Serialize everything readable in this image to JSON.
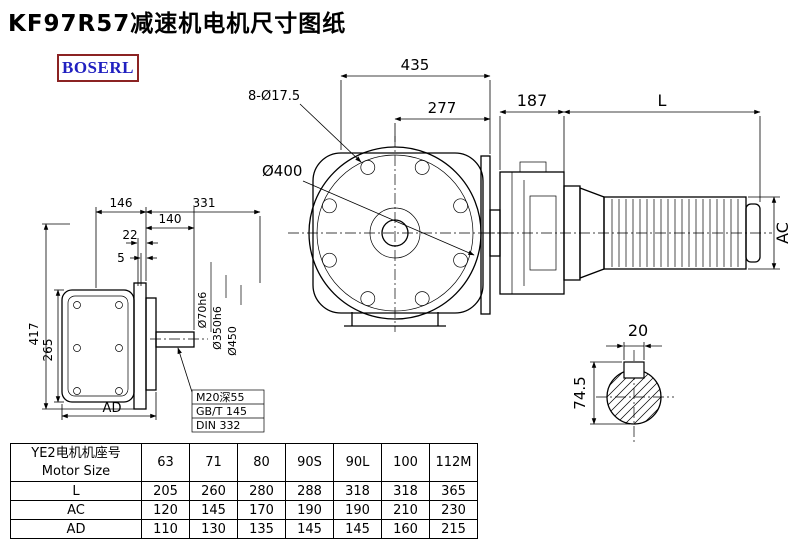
{
  "page": {
    "title": "KF97R57减速机电机尺寸图纸",
    "logo_text": "BOSERL"
  },
  "front_view": {
    "dim_width": "435",
    "dim_holes": "8-Ø17.5",
    "dim_offset": "277",
    "dim_flange": "Ø400"
  },
  "left_view": {
    "dim_146": "146",
    "dim_331": "331",
    "dim_140": "140",
    "dim_22": "22",
    "dim_5": "5",
    "dim_417": "417",
    "dim_265": "265",
    "dim_ad": "AD",
    "dim_shaft": "Ø70h6",
    "dim_spigot": "Ø350h6",
    "dim_flange_od": "Ø450",
    "note_tap": "M20深55",
    "note_std1": "GB/T 145",
    "note_std2": "DIN 332"
  },
  "motor_view": {
    "dim_187": "187",
    "dim_l": "L",
    "dim_ac": "AC"
  },
  "shaft_section": {
    "dim_key_width": "20",
    "dim_height": "74.5"
  },
  "table": {
    "header": {
      "label_cn": "YE2电机机座号",
      "label_en": "Motor Size",
      "sizes": [
        "63",
        "71",
        "80",
        "90S",
        "90L",
        "100",
        "112M"
      ]
    },
    "rows": [
      {
        "label": "L",
        "values": [
          "205",
          "260",
          "280",
          "288",
          "318",
          "318",
          "365"
        ]
      },
      {
        "label": "AC",
        "values": [
          "120",
          "145",
          "170",
          "190",
          "190",
          "210",
          "230"
        ]
      },
      {
        "label": "AD",
        "values": [
          "110",
          "130",
          "135",
          "145",
          "145",
          "160",
          "215"
        ]
      }
    ]
  }
}
